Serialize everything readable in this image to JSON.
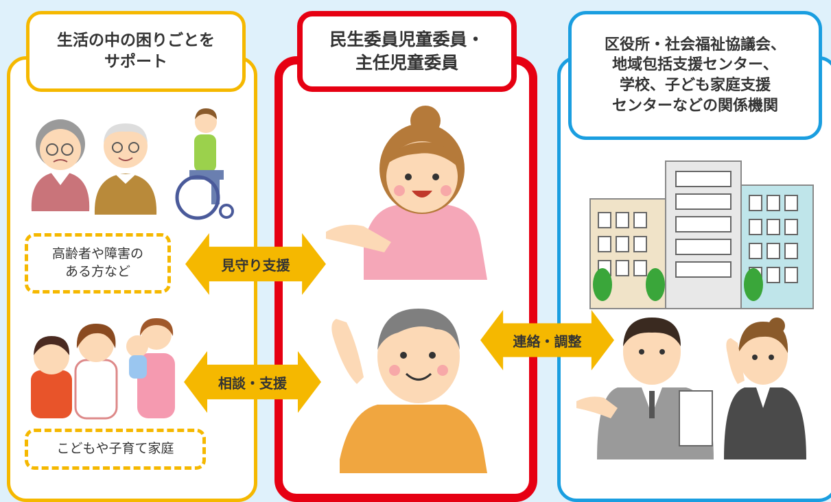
{
  "left": {
    "header": "生活の中の困りごとを\nサポート",
    "group1": "高齢者や障害の\nある方など",
    "group2": "こどもや子育て家庭"
  },
  "center": {
    "header": "民生委員児童委員・\n主任児童委員"
  },
  "right": {
    "header": "区役所・社会福祉協議会、\n地域包括支援センター、\n学校、子ども家庭支援\nセンターなどの関係機関"
  },
  "arrows": {
    "watch": "見守り支援",
    "consult": "相談・支援",
    "liaison": "連絡・調整"
  },
  "colors": {
    "left_border": "#f5b800",
    "center_border": "#e60012",
    "right_border": "#1a9ee0",
    "arrow_fill": "#f5b800"
  }
}
